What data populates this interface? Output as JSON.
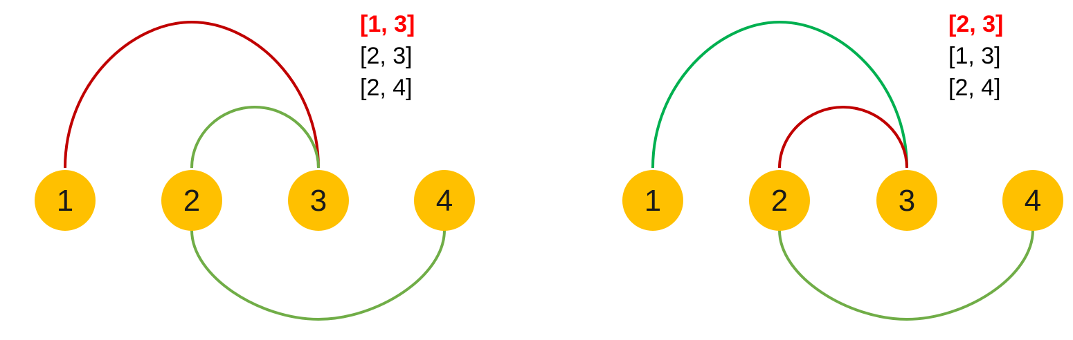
{
  "colors": {
    "node_fill": "#FFC000",
    "node_text": "#1a1a1a",
    "highlight_arc": "#C00000",
    "green_light": "#70AD47",
    "green_bright": "#00B050",
    "list_highlight": "#FF0000",
    "list_normal": "#000000"
  },
  "panels": [
    {
      "nodes": [
        "1",
        "2",
        "3",
        "4"
      ],
      "list": [
        {
          "text": "[1, 3]",
          "highlight": true
        },
        {
          "text": "[2, 3]",
          "highlight": false
        },
        {
          "text": "[2, 4]",
          "highlight": false
        }
      ],
      "arcs": [
        {
          "from": "1",
          "to": "3",
          "side": "top",
          "color_key": "highlight_arc"
        },
        {
          "from": "2",
          "to": "3",
          "side": "top",
          "color_key": "green_light"
        },
        {
          "from": "2",
          "to": "4",
          "side": "bottom",
          "color_key": "green_light"
        }
      ]
    },
    {
      "nodes": [
        "1",
        "2",
        "3",
        "4"
      ],
      "list": [
        {
          "text": "[2, 3]",
          "highlight": true
        },
        {
          "text": "[1, 3]",
          "highlight": false
        },
        {
          "text": "[2, 4]",
          "highlight": false
        }
      ],
      "arcs": [
        {
          "from": "1",
          "to": "3",
          "side": "top",
          "color_key": "green_bright"
        },
        {
          "from": "2",
          "to": "3",
          "side": "top",
          "color_key": "highlight_arc"
        },
        {
          "from": "2",
          "to": "4",
          "side": "bottom",
          "color_key": "green_light"
        }
      ]
    }
  ]
}
